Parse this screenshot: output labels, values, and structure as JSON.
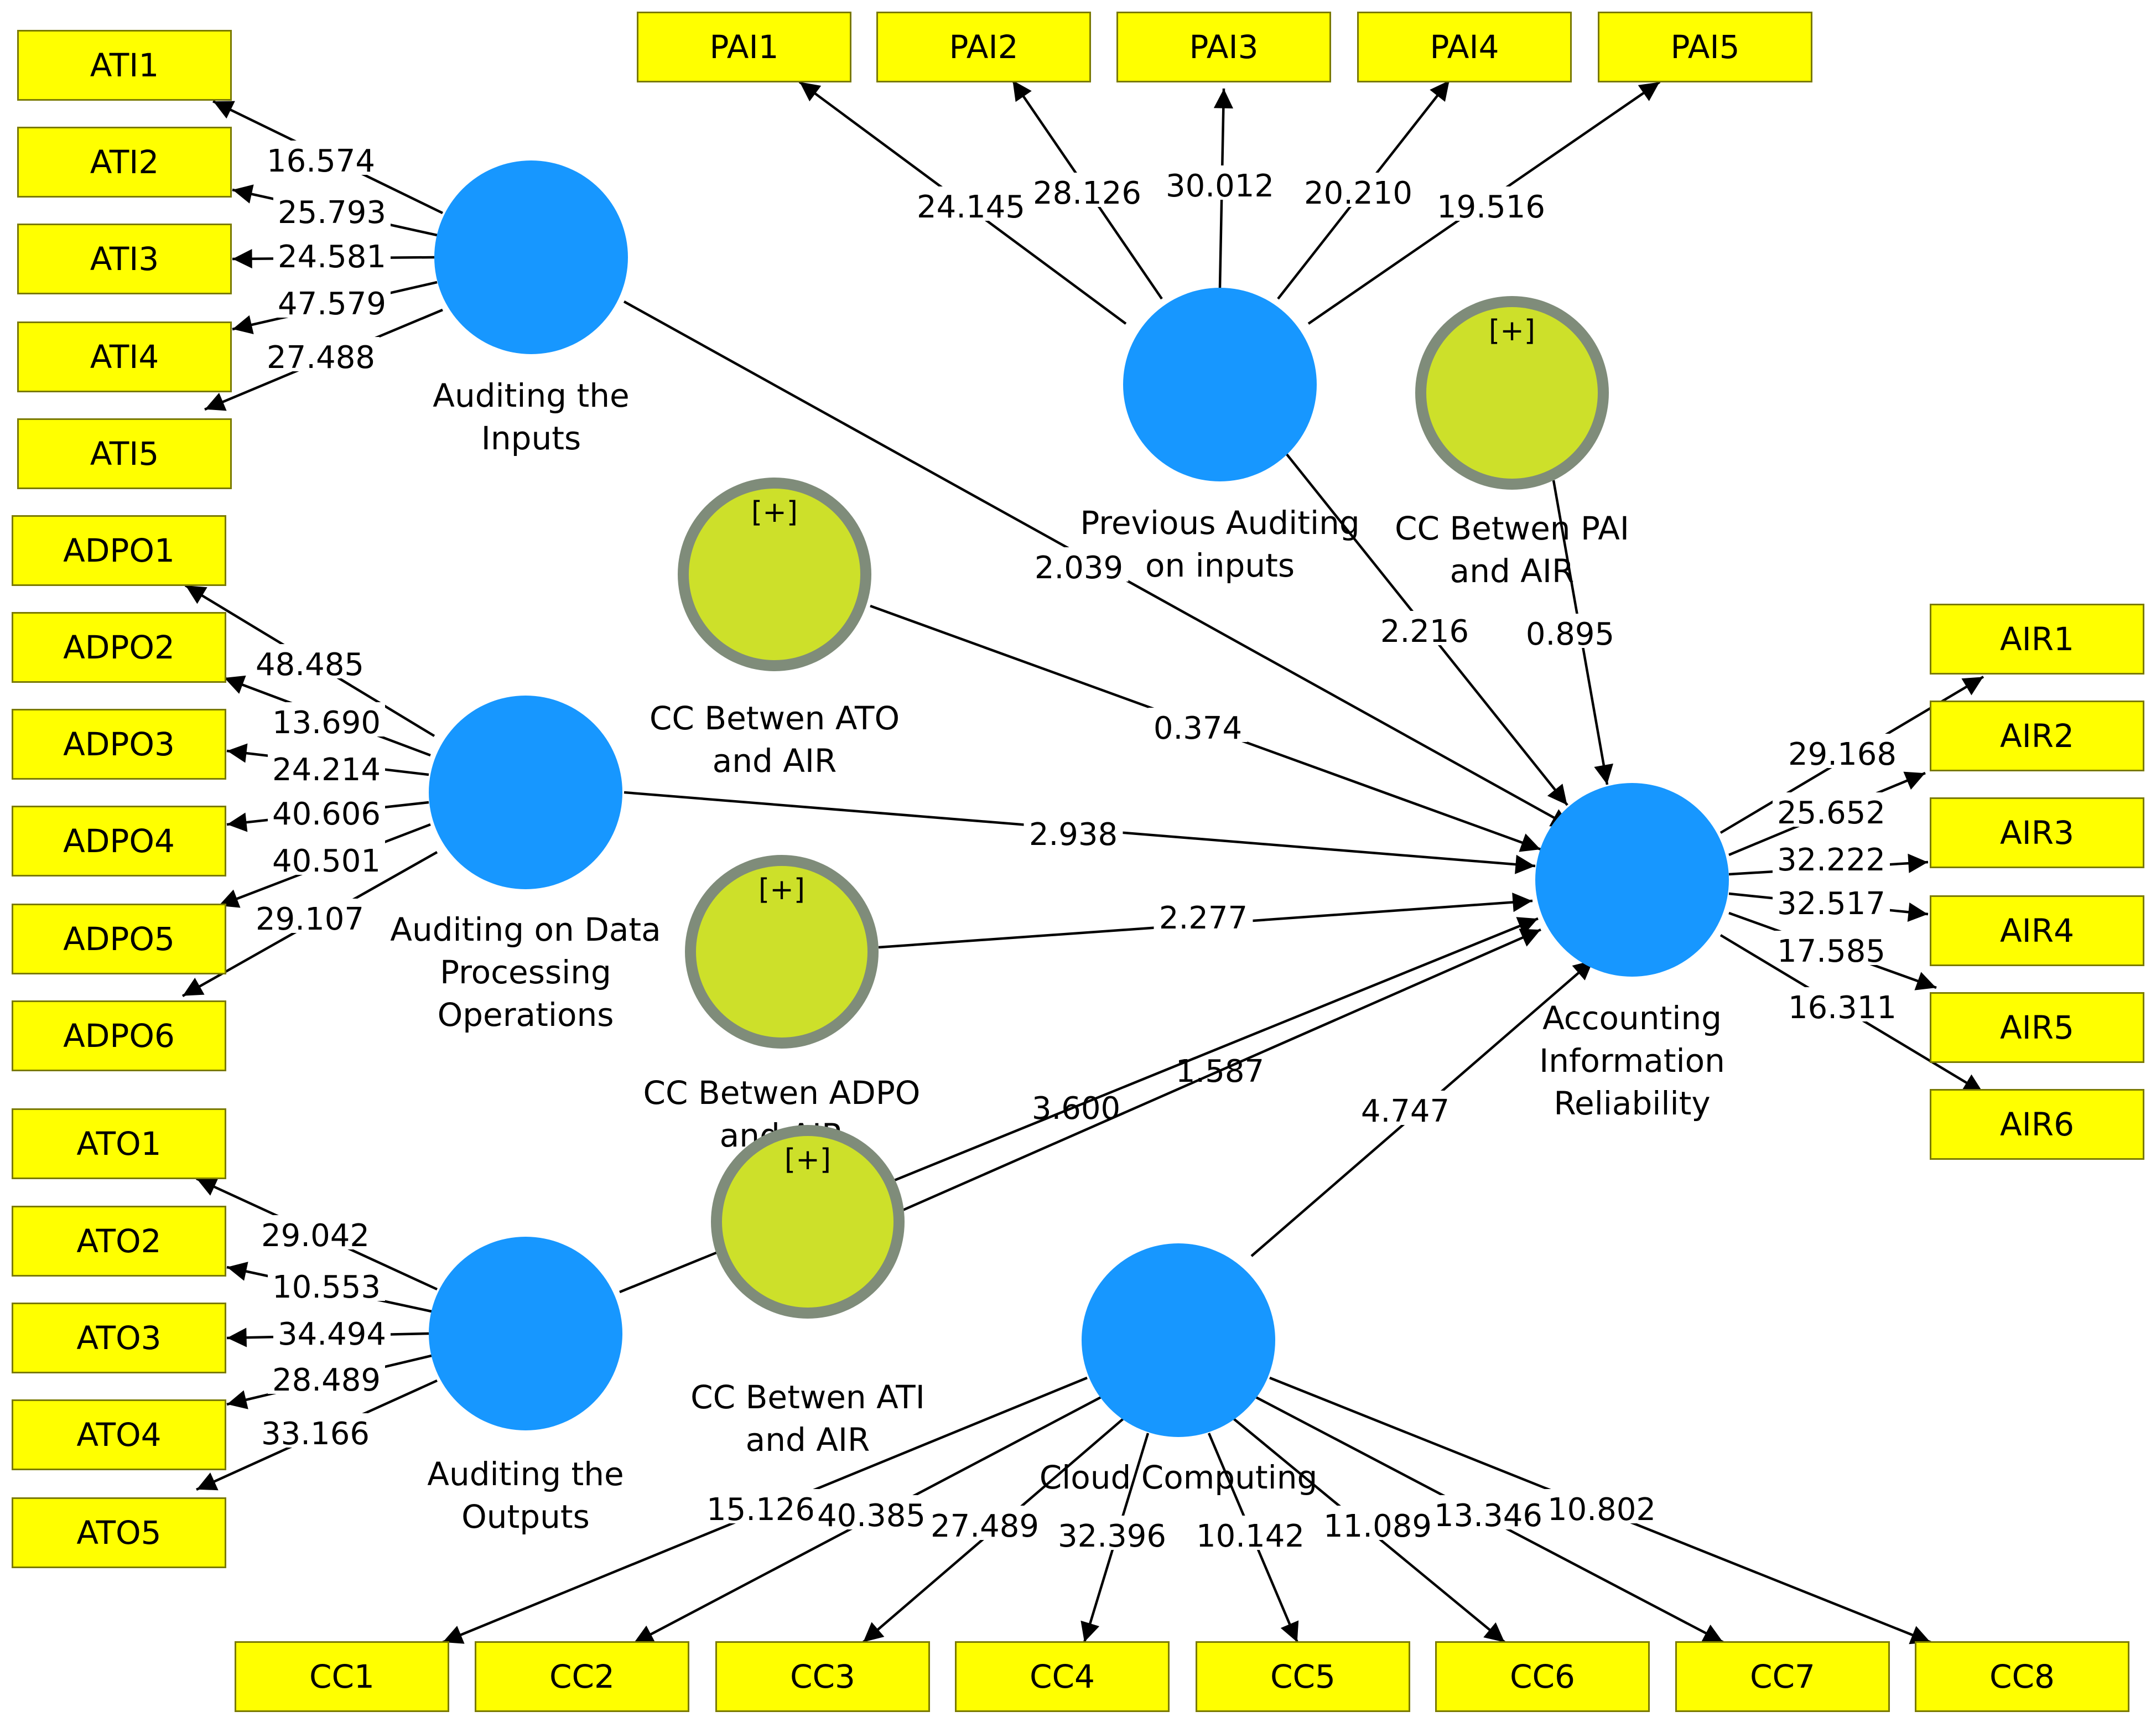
{
  "colors": {
    "indicator_fill": "#ffff00",
    "indicator_stroke": "#7a7a00",
    "latent_fill": "#1797ff",
    "moderator_fill": "#cde02a",
    "moderator_ring": "#7f8c7a",
    "line": "#000000"
  },
  "latents": [
    {
      "id": "ATI",
      "label": [
        "Auditing the",
        "Inputs"
      ],
      "type": "latent"
    },
    {
      "id": "PAI",
      "label": [
        "Previous Auditing",
        "on inputs"
      ],
      "type": "latent"
    },
    {
      "id": "ADPO",
      "label": [
        "Auditing on Data",
        "Processing",
        "Operations"
      ],
      "type": "latent"
    },
    {
      "id": "ATO",
      "label": [
        "Auditing the",
        "Outputs"
      ],
      "type": "latent"
    },
    {
      "id": "CC",
      "label": [
        "Cloud Computing"
      ],
      "type": "latent"
    },
    {
      "id": "AIR",
      "label": [
        "Accounting",
        "Information",
        "Reliability"
      ],
      "type": "latent"
    },
    {
      "id": "CCPAI",
      "label": [
        "CC Betwen PAI",
        "and AIR"
      ],
      "type": "moderator",
      "badge": "[+]"
    },
    {
      "id": "CCATO",
      "label": [
        "CC Betwen ATO",
        "and AIR"
      ],
      "type": "moderator",
      "badge": "[+]"
    },
    {
      "id": "CCADPO",
      "label": [
        "CC Betwen ADPO",
        "and AIR"
      ],
      "type": "moderator",
      "badge": "[+]"
    },
    {
      "id": "CCATI",
      "label": [
        "CC Betwen ATI",
        "and AIR"
      ],
      "type": "moderator",
      "badge": "[+]"
    }
  ],
  "measurement": {
    "ATI": {
      "indicators": [
        "ATI1",
        "ATI2",
        "ATI3",
        "ATI4",
        "ATI5"
      ],
      "values": [
        "16.574",
        "25.793",
        "24.581",
        "47.579",
        "27.488"
      ]
    },
    "PAI": {
      "indicators": [
        "PAI1",
        "PAI2",
        "PAI3",
        "PAI4",
        "PAI5"
      ],
      "values": [
        "24.145",
        "28.126",
        "30.012",
        "20.210",
        "19.516"
      ]
    },
    "ADPO": {
      "indicators": [
        "ADPO1",
        "ADPO2",
        "ADPO3",
        "ADPO4",
        "ADPO5",
        "ADPO6"
      ],
      "values": [
        "48.485",
        "13.690",
        "24.214",
        "40.606",
        "40.501",
        "29.107"
      ]
    },
    "ATO": {
      "indicators": [
        "ATO1",
        "ATO2",
        "ATO3",
        "ATO4",
        "ATO5"
      ],
      "values": [
        "29.042",
        "10.553",
        "34.494",
        "28.489",
        "33.166"
      ]
    },
    "AIR": {
      "indicators": [
        "AIR1",
        "AIR2",
        "AIR3",
        "AIR4",
        "AIR5",
        "AIR6"
      ],
      "values": [
        "29.168",
        "25.652",
        "32.222",
        "32.517",
        "17.585",
        "16.311"
      ]
    },
    "CC": {
      "indicators": [
        "CC1",
        "CC2",
        "CC3",
        "CC4",
        "CC5",
        "CC6",
        "CC7",
        "CC8"
      ],
      "values": [
        "15.126",
        "40.385",
        "27.489",
        "32.396",
        "10.142",
        "11.089",
        "13.346",
        "10.802"
      ]
    }
  },
  "structural": [
    {
      "from": "ATI",
      "to": "AIR",
      "value": "2.039"
    },
    {
      "from": "PAI",
      "to": "AIR",
      "value": "2.216"
    },
    {
      "from": "CCPAI",
      "to": "AIR",
      "value": "0.895"
    },
    {
      "from": "CCATO",
      "to": "AIR",
      "value": "0.374"
    },
    {
      "from": "ADPO",
      "to": "AIR",
      "value": "2.938"
    },
    {
      "from": "CCADPO",
      "to": "AIR",
      "value": "2.277"
    },
    {
      "from": "ATO",
      "to": "AIR",
      "value": "3.600"
    },
    {
      "from": "CCATI",
      "to": "AIR",
      "value": "1.587"
    },
    {
      "from": "CC",
      "to": "AIR",
      "value": "4.747"
    }
  ]
}
